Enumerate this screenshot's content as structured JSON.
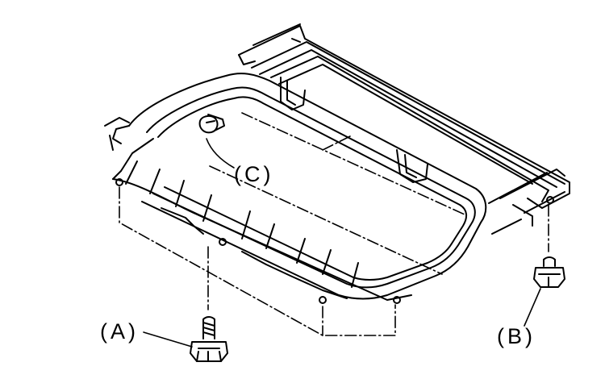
{
  "callouts": {
    "a": "(A)",
    "b": "(B)",
    "c": "(C)"
  },
  "colors": {
    "ink": "#000000",
    "paper": "#ffffff"
  },
  "icons": [
    "bolt-a-icon",
    "bolt-b-icon",
    "clip-c-icon"
  ]
}
